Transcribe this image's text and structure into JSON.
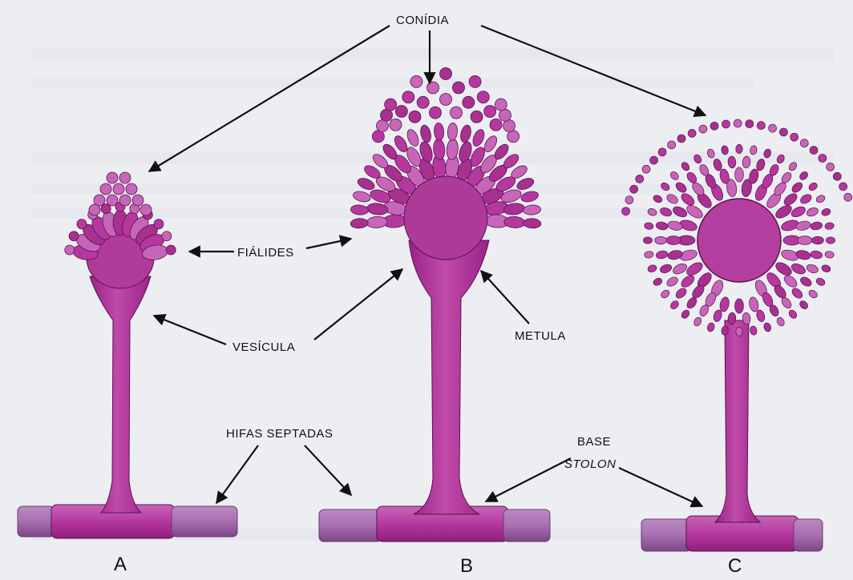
{
  "labels": {
    "conidia": "CONÍDIA",
    "fialides": "FIÁLIDES",
    "vesicula": "VESÍCULA",
    "metula": "METULA",
    "hifas": "HIFAS SEPTADAS",
    "base": "BASE",
    "stolon": "STOLON",
    "a": "A",
    "b": "B",
    "c": "C"
  },
  "colors": {
    "background": "#eceef2",
    "structure_main": "#b5389f",
    "structure_light": "#c766b8",
    "structure_dark": "#8e1f7c",
    "hypha_pale": "#a86fb0",
    "outline": "#5a1050",
    "text": "#111111"
  }
}
